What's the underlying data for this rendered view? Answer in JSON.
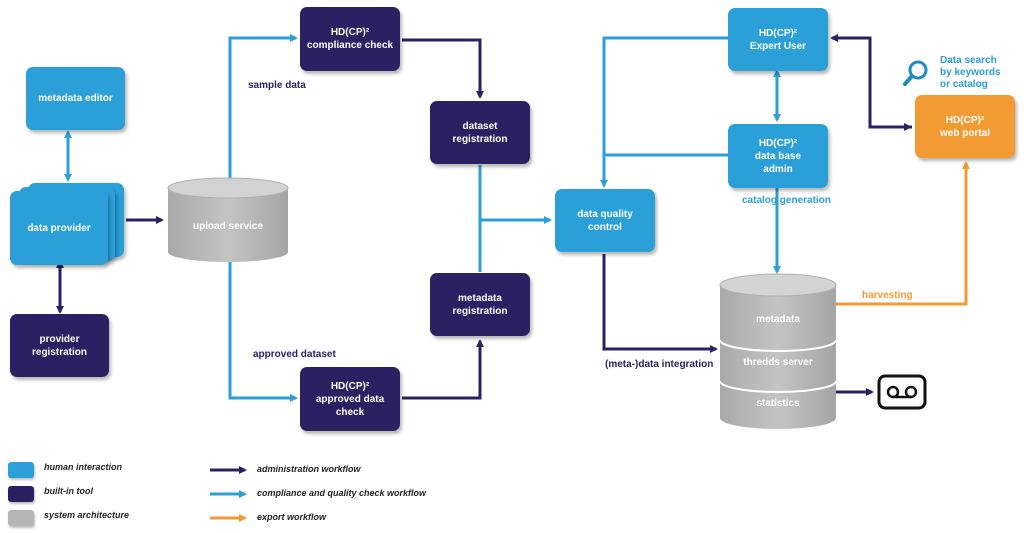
{
  "colors": {
    "human": "#2a9fd8",
    "builtin": "#2b2162",
    "system": "#b5b5b5",
    "export": "#f29a33"
  },
  "nodes": {
    "metadata_editor": "metadata editor",
    "data_provider": "data provider",
    "provider_registration": "provider\nregistration",
    "upload_service": "upload service",
    "compliance_check": "HD(CP)²\ncompliance check",
    "dataset_registration": "dataset\nregistration",
    "metadata_registration": "metadata\nregistration",
    "approved_data_check": "HD(CP)²\napproved data\ncheck",
    "data_quality_control": "data quality\ncontrol",
    "expert_user": "HD(CP)²\nExpert User",
    "database_admin": "HD(CP)²\ndata base\nadmin",
    "web_portal": "HD(CP)²\nweb portal",
    "storage": {
      "metadata": "metadata",
      "thredds": "thredds server",
      "statistics": "statistics"
    }
  },
  "labels": {
    "sample_data": "sample data",
    "approved_dataset": "approved dataset",
    "catalog_generation": "catalog generation",
    "harvesting": "harvesting",
    "meta_data_integration": "(meta-)data integration",
    "data_search": "Data search\nby  keywords\nor catalog"
  },
  "icons": {
    "search": "search-icon",
    "tape": "tape-icon"
  },
  "legend": {
    "human_interaction": "human interaction",
    "built_in_tool": "built-in tool",
    "system_architecture": "system architecture",
    "administration_workflow": "administration workflow",
    "compliance_workflow": "compliance and quality check workflow",
    "export_workflow": "export workflow"
  }
}
